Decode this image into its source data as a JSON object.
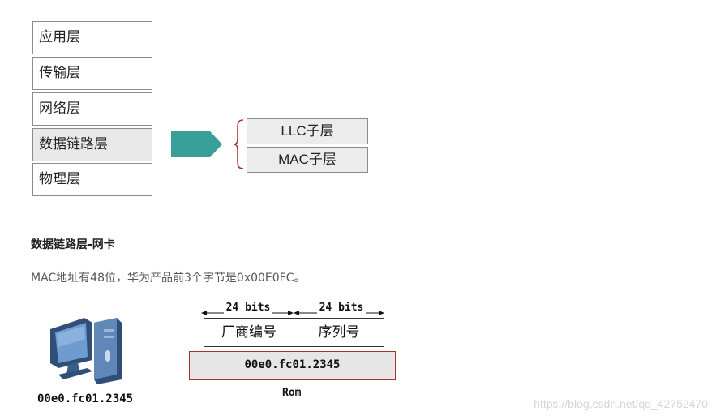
{
  "osi_layers": [
    {
      "label": "应用层"
    },
    {
      "label": "传输层"
    },
    {
      "label": "网络层"
    },
    {
      "label": "数据链路层"
    },
    {
      "label": "物理层"
    }
  ],
  "sublayers": [
    {
      "label": "LLC子层"
    },
    {
      "label": "MAC子层"
    }
  ],
  "colors": {
    "arrow": "#3a9e9b",
    "brace": "#b0303a",
    "rom_border": "#a83232",
    "highlight_fill": "#e9e9e9"
  },
  "section": {
    "heading": "数据链路层-网卡",
    "description": "MAC地址有48位，华为产品前3个字节是0x00E0FC。"
  },
  "mac_diagram": {
    "pc_mac": "00e0.fc01.2345",
    "left_bits": "24 bits",
    "right_bits": "24 bits",
    "left_field": "厂商编号",
    "right_field": "序列号",
    "rom_value": "00e0.fc01.2345",
    "rom_label": "Rom"
  },
  "watermark": "https://blog.csdn.net/qq_42752470"
}
